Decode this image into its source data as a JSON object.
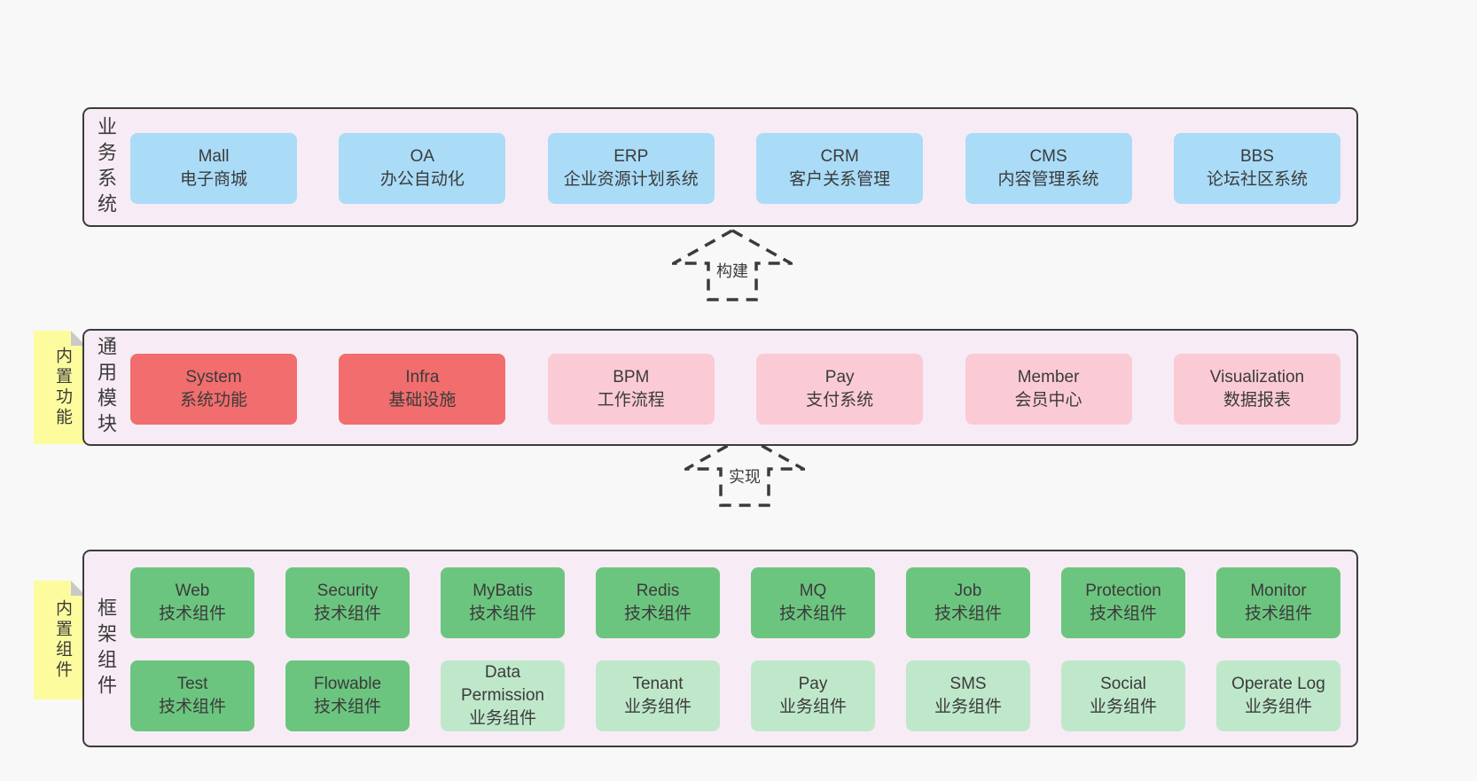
{
  "colors": {
    "pageBg": "#f8f8f8",
    "panelBg": "#f7ecf5",
    "panelBorder": "#3c3c3c",
    "blue": "#aadcf8",
    "red": "#f26d6d",
    "pink": "#fbcbd5",
    "green": "#6cc57f",
    "lightGreen": "#bfe8ca",
    "note": "#fcfc9e",
    "noteFold": "#c9c9c9",
    "text": "#3b3b3b"
  },
  "sections": {
    "business": {
      "label": "业务系统",
      "boxes": [
        {
          "name": "Mall",
          "desc": "电子商城",
          "variant": "blue"
        },
        {
          "name": "OA",
          "desc": "办公自动化",
          "variant": "blue"
        },
        {
          "name": "ERP",
          "desc": "企业资源计划系统",
          "variant": "blue"
        },
        {
          "name": "CRM",
          "desc": "客户关系管理",
          "variant": "blue"
        },
        {
          "name": "CMS",
          "desc": "内容管理系统",
          "variant": "blue"
        },
        {
          "name": "BBS",
          "desc": "论坛社区系统",
          "variant": "blue"
        }
      ]
    },
    "modules": {
      "label": "通用模块",
      "note": "内置功能",
      "boxes": [
        {
          "name": "System",
          "desc": "系统功能",
          "variant": "red"
        },
        {
          "name": "Infra",
          "desc": "基础设施",
          "variant": "red"
        },
        {
          "name": "BPM",
          "desc": "工作流程",
          "variant": "pink"
        },
        {
          "name": "Pay",
          "desc": "支付系统",
          "variant": "pink"
        },
        {
          "name": "Member",
          "desc": "会员中心",
          "variant": "pink"
        },
        {
          "name": "Visualization",
          "desc": "数据报表",
          "variant": "pink"
        }
      ]
    },
    "components": {
      "label": "框架组件",
      "note": "内置组件",
      "rows": [
        [
          {
            "name": "Web",
            "desc": "技术组件",
            "variant": "green"
          },
          {
            "name": "Security",
            "desc": "技术组件",
            "variant": "green"
          },
          {
            "name": "MyBatis",
            "desc": "技术组件",
            "variant": "green"
          },
          {
            "name": "Redis",
            "desc": "技术组件",
            "variant": "green"
          },
          {
            "name": "MQ",
            "desc": "技术组件",
            "variant": "green"
          },
          {
            "name": "Job",
            "desc": "技术组件",
            "variant": "green"
          },
          {
            "name": "Protection",
            "desc": "技术组件",
            "variant": "green"
          },
          {
            "name": "Monitor",
            "desc": "技术组件",
            "variant": "green"
          }
        ],
        [
          {
            "name": "Test",
            "desc": "技术组件",
            "variant": "green"
          },
          {
            "name": "Flowable",
            "desc": "技术组件",
            "variant": "green"
          },
          {
            "name": "Data Permission",
            "desc": "业务组件",
            "variant": "light-green"
          },
          {
            "name": "Tenant",
            "desc": "业务组件",
            "variant": "light-green"
          },
          {
            "name": "Pay",
            "desc": "业务组件",
            "variant": "light-green"
          },
          {
            "name": "SMS",
            "desc": "业务组件",
            "variant": "light-green"
          },
          {
            "name": "Social",
            "desc": "业务组件",
            "variant": "light-green"
          },
          {
            "name": "Operate Log",
            "desc": "业务组件",
            "variant": "light-green"
          }
        ]
      ]
    }
  },
  "arrows": [
    {
      "label": "构建"
    },
    {
      "label": "实现"
    }
  ]
}
